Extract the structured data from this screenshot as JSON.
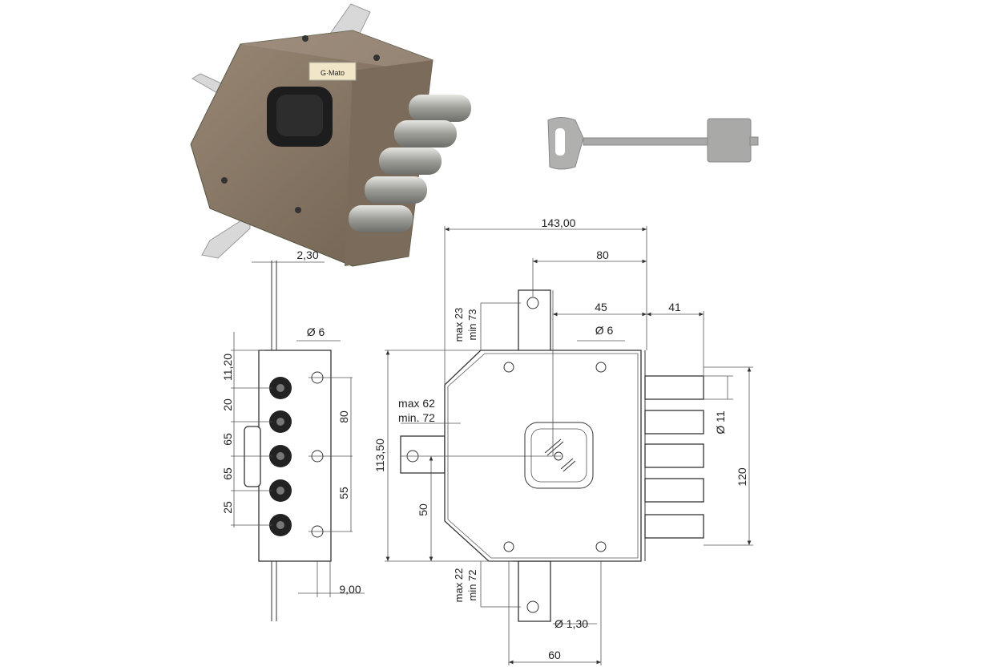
{
  "product": {
    "brand_plate": "G·Mato",
    "photo_alt": "lock-photo",
    "key_alt": "double-bit-key"
  },
  "dimensions": {
    "total_width": "143,00",
    "strike_offset": "80",
    "bolt_offset": "45",
    "bolt_throw": "41",
    "hole_diameter_top": "Ø 6",
    "hole_diameter_side": "Ø 6",
    "faceplate_thickness": "2,30",
    "top_bracket_max": "max 23",
    "top_bracket_min": "min 73",
    "backset_max": "max 62",
    "backset_min": "min. 72",
    "height": "113,50",
    "spindle_height": "50",
    "bolt_diameter": "Ø 11",
    "bolt_span": "120",
    "bottom_bracket_max": "max 22",
    "bottom_bracket_min": "min 72",
    "screw_diameter": "Ø 1,30",
    "bottom_width": "60",
    "faceplate_offset": "9,00",
    "side_top": "11,20",
    "side_pitch_1": "20",
    "side_pitch_2": "65",
    "side_pitch_3": "65",
    "side_pitch_4": "25",
    "side_hole_1": "80",
    "side_hole_2": "55"
  },
  "colors": {
    "lock_body": "#8c7a66",
    "lock_body_dark": "#6e5f4f",
    "bolt_steel": "#b8b8b4",
    "key_steel": "#a9aaa8",
    "line": "#333333"
  }
}
